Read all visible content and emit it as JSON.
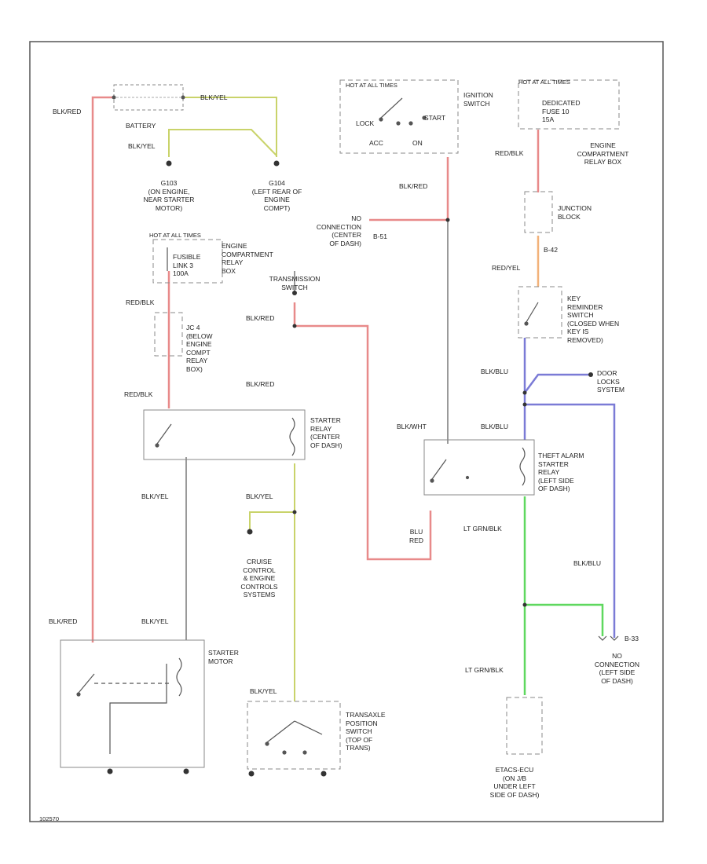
{
  "colors": {
    "red": "#e88a8a",
    "yellow": "#c9d36a",
    "gray": "#9a9a9a",
    "blue": "#7b7bd6",
    "green": "#5fd85f",
    "orange": "#f2b27a",
    "frame": "#555555"
  },
  "wires": {
    "blk_red": "BLK/RED",
    "blk_yel": "BLK/YEL",
    "red_blk": "RED/BLK",
    "red_yel": "RED/YEL",
    "blk_blu": "BLK/BLU",
    "blk_wht": "BLK/WHT",
    "blu_red": "BLU\nRED",
    "lt_grn_blk": "LT GRN/BLK"
  },
  "components": {
    "battery": "BATTERY",
    "g103": "G103\n(ON ENGINE,\nNEAR STARTER\nMOTOR)",
    "g104": "G104\n(LEFT REAR OF\nENGINE\nCOMPT)",
    "fusible_hot": "HOT AT ALL TIMES",
    "fusible": "FUSIBLE\nLINK 3\n100A",
    "ecrb": "ENGINE\nCOMPARTMENT\nRELAY\nBOX",
    "jc4": "JC 4\n(BELOW\nENGINE\nCOMPT\nRELAY\nBOX)",
    "starter_relay": "STARTER\nRELAY\n(CENTER\nOF DASH)",
    "transmission_switch": "TRANSMISSION\nSWITCH",
    "ign_hot": "HOT AT ALL TIMES",
    "ign_lock": "LOCK",
    "ign_start": "START",
    "ign_acc": "ACC",
    "ign_on": "ON",
    "ignition_switch": "IGNITION\nSWITCH",
    "nc_center": "NO\nCONNECTION\n(CENTER\nOF DASH)",
    "b51": "B-51",
    "hot_right": "HOT AT ALL TIMES",
    "fuse": "DEDICATED\nFUSE 10\n15A",
    "ecrb_right": "ENGINE\nCOMPARTMENT\nRELAY BOX",
    "junction_block": "JUNCTION\nBLOCK",
    "b42": "B-42",
    "key_reminder": "KEY\nREMINDER\nSWITCH\n(CLOSED WHEN\nKEY IS\nREMOVED)",
    "door_locks": "DOOR\nLOCKS\nSYSTEM",
    "theft_relay": "THEFT ALARM\nSTARTER\nRELAY\n(LEFT SIDE\nOF DASH)",
    "cruise": "CRUISE\nCONTROL\n& ENGINE\nCONTROLS\nSYSTEMS",
    "starter_motor": "STARTER\nMOTOR",
    "transaxle": "TRANSAXLE\nPOSITION\nSWITCH\n(TOP OF\nTRANS)",
    "nc_left": "NO\nCONNECTION\n(LEFT SIDE\nOF DASH)",
    "b33": "B-33",
    "etacs": "ETACS-ECU\n(ON J/B\nUNDER LEFT\nSIDE OF DASH)",
    "footer": "102570"
  }
}
